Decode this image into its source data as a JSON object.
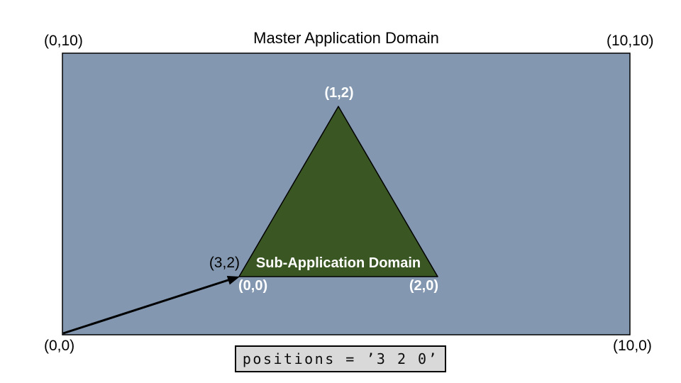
{
  "title": "Master Application Domain",
  "colors": {
    "master_fill": "#8398b0",
    "sub_fill": "#3a5723",
    "outline": "#000000",
    "arrow": "#000000",
    "code_bg": "#d9d9d9",
    "label_light": "#ffffff",
    "label_dark": "#000000"
  },
  "master_domain": {
    "corners": {
      "top_left": "(0,10)",
      "top_right": "(10,10)",
      "bottom_left": "(0,0)",
      "bottom_right": "(10,0)"
    }
  },
  "sub_domain": {
    "label": "Sub-Application Domain",
    "vertices": {
      "apex": "(1,2)",
      "base_left": "(0,0)",
      "base_right": "(2,0)"
    }
  },
  "offset": {
    "label": "(3,2)"
  },
  "code": {
    "text": "positions = ’3 2 0’"
  }
}
